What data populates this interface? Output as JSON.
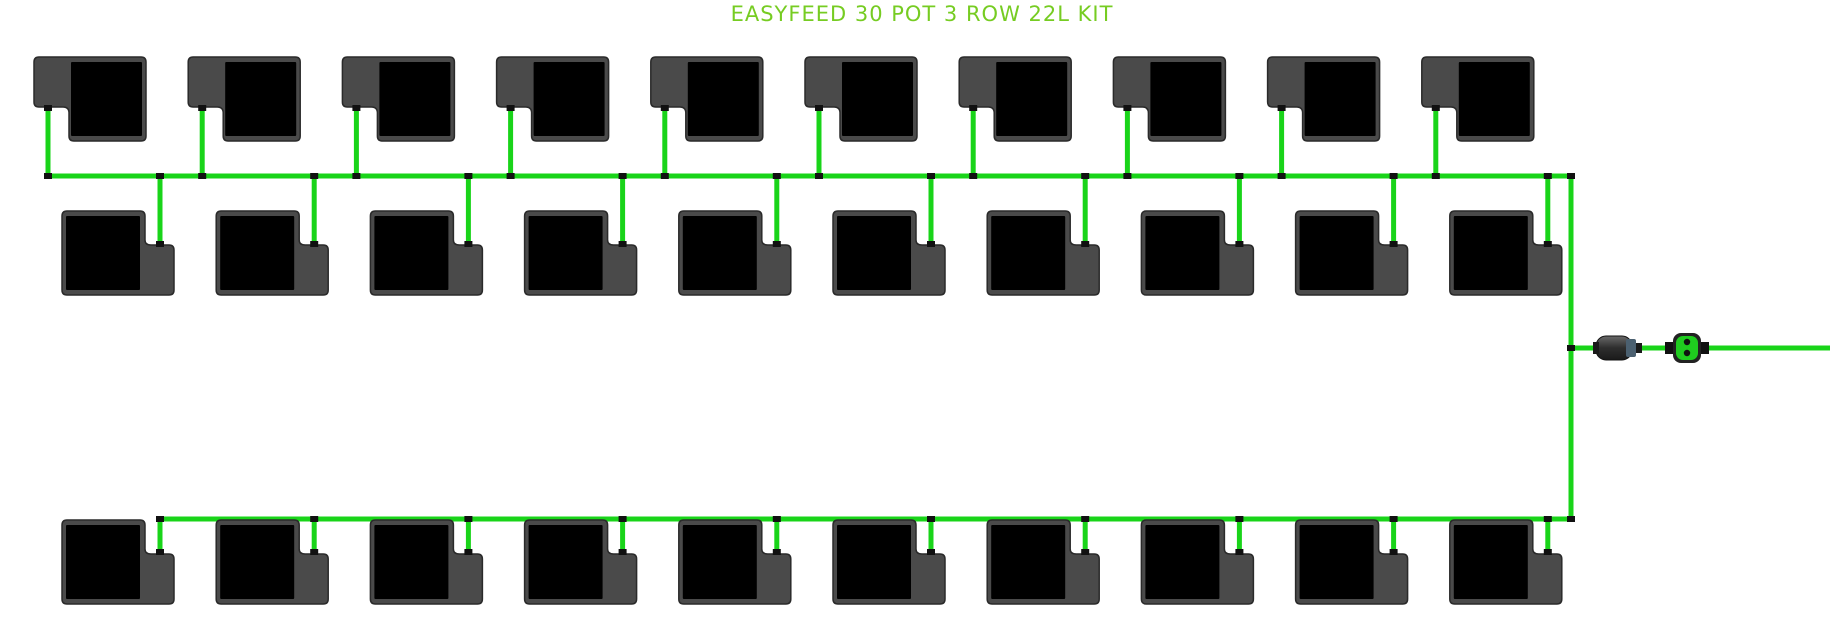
{
  "title": "EASYFEED 30 POT 3 ROW 22L KIT",
  "kit": {
    "pots_per_row": 10,
    "row_count": 3,
    "pot_count": 30,
    "pot_volume_litres": 22
  },
  "colors": {
    "title": "#76cc22",
    "tubing": "#19d419",
    "pot_body": "#4a4a4a",
    "pot_border": "#2a2a2a",
    "pot_well": "#000000",
    "connector": "#111111",
    "valve_body": "#1fcc1f"
  },
  "icons": {
    "pot": "pot-icon",
    "filter": "filter-icon",
    "valve": "valve-icon",
    "connector": "t-connector-icon"
  }
}
